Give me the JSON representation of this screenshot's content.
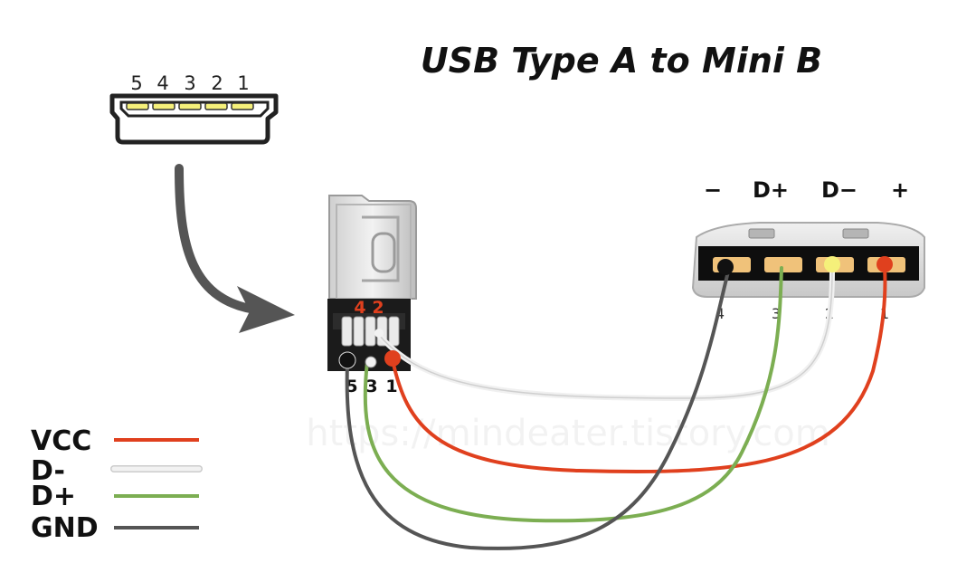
{
  "title": "USB Type A to Mini B",
  "watermark": "https://mindeater.tistory.com",
  "mini_b_pin_numbers": [
    "5",
    "4",
    "3",
    "2",
    "1"
  ],
  "mini_b_connector": {
    "back_labels": [
      "4",
      "2"
    ],
    "front_labels": [
      "5",
      "3",
      "1"
    ]
  },
  "usb_a_connector": {
    "top_labels": [
      "−",
      "D+",
      "D−",
      "+"
    ],
    "pin_numbers": [
      "4",
      "3",
      "2",
      "1"
    ]
  },
  "legend": [
    {
      "label": "VCC",
      "color": "#e0401e"
    },
    {
      "label": "D-",
      "color": "#e8e8e8"
    },
    {
      "label": "D+",
      "color": "#7cae52"
    },
    {
      "label": "GND",
      "color": "#555555"
    }
  ],
  "colors": {
    "arrow": "#555555",
    "pin_fill": "#f5f07a",
    "contact_fill": "#f0c27a",
    "dot_red": "#e0401e",
    "dot_white": "#f2f2f2",
    "dot_yellow": "#f5f07a",
    "dot_black": "#111111"
  }
}
